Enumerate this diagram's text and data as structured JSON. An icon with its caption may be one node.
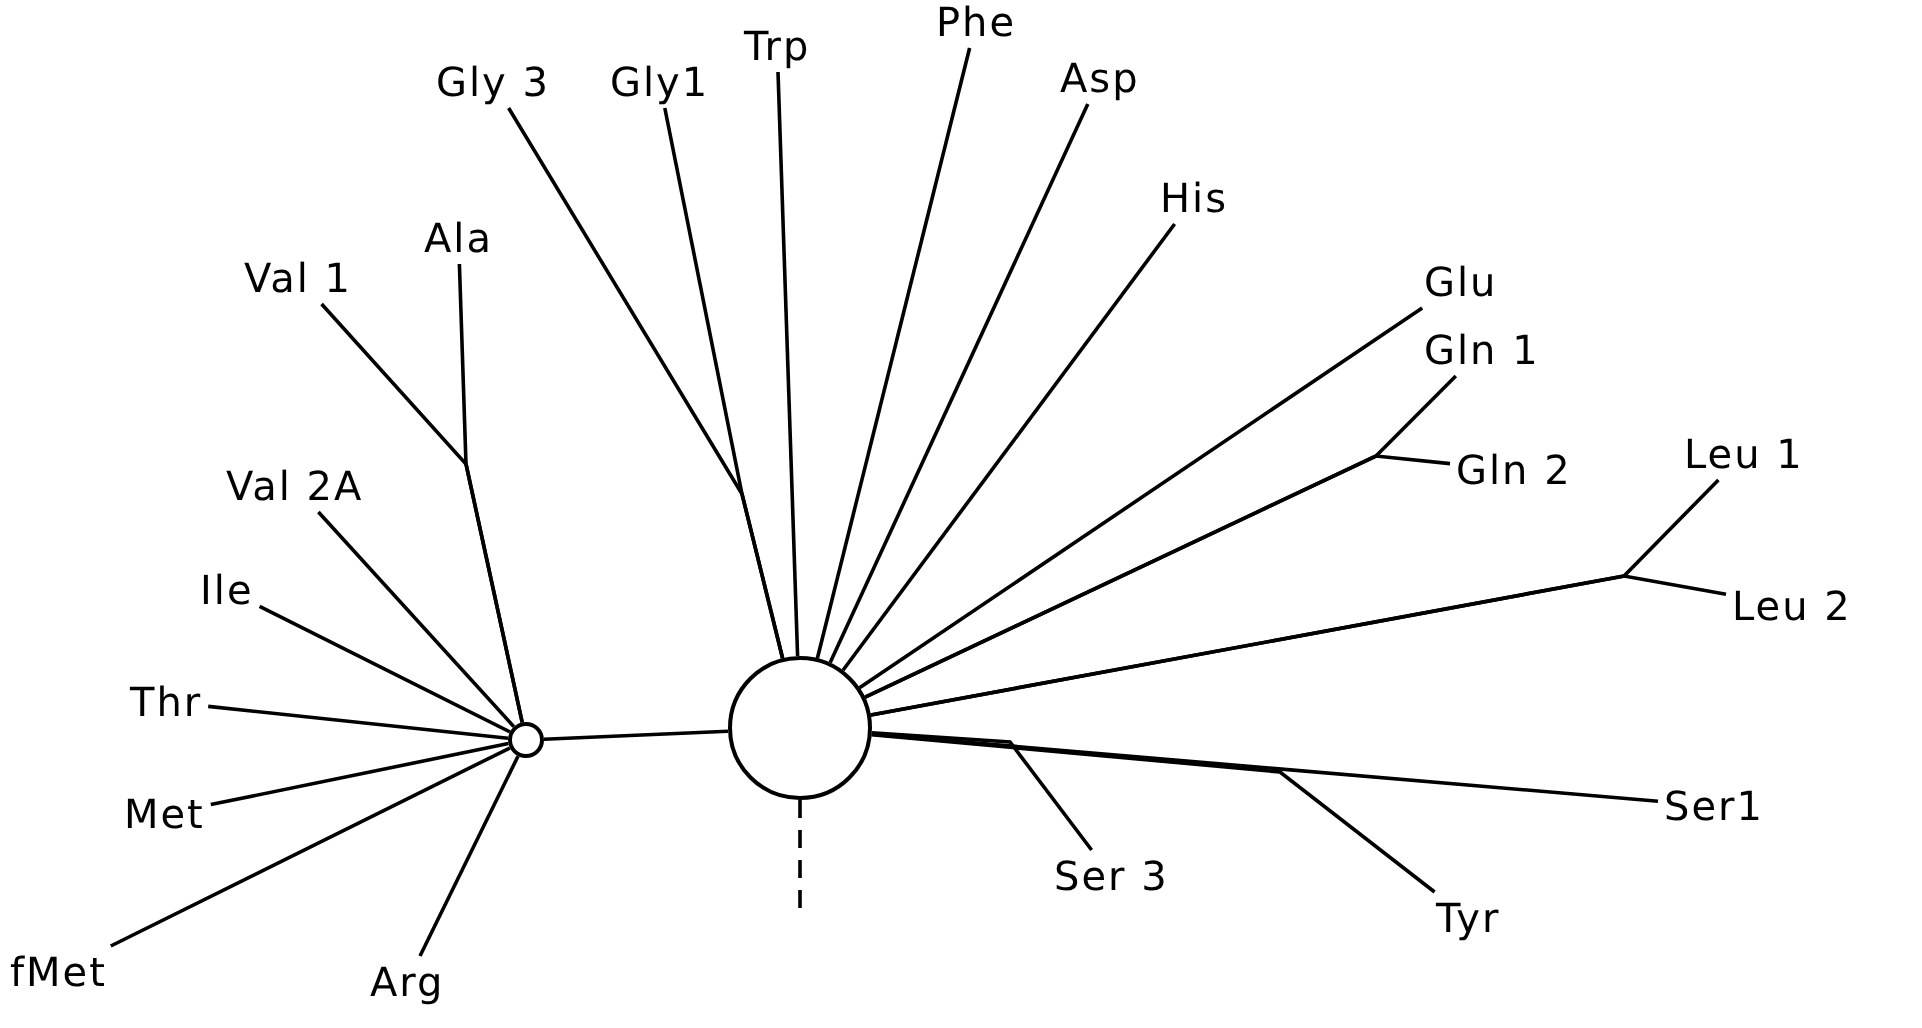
{
  "diagram": {
    "nodes": [
      {
        "text": [
          "Gly 3"
        ]
      },
      {
        "text": [
          "Gly1"
        ]
      },
      {
        "text": [
          "Trp"
        ]
      },
      {
        "text": [
          "Phe"
        ]
      },
      {
        "text": [
          "Asp"
        ]
      },
      {
        "text": [
          "His"
        ]
      },
      {
        "text": [
          "Val 1"
        ]
      },
      {
        "text": [
          "Ala"
        ]
      },
      {
        "text": [
          "Glu"
        ]
      },
      {
        "text": [
          "Gln 1"
        ]
      },
      {
        "text": [
          "Val 2A"
        ]
      },
      {
        "text": [
          "Gln 2"
        ]
      },
      {
        "text": [
          "Leu 1"
        ]
      },
      {
        "text": [
          "Ile"
        ]
      },
      {
        "text": [
          "Leu 2"
        ]
      },
      {
        "text": [
          "Thr"
        ]
      },
      {
        "text": [],
        "shape": "circle"
      },
      {
        "text": [],
        "shape": "circle"
      },
      {
        "text": [
          "Ser1"
        ]
      },
      {
        "text": [
          "Met"
        ]
      },
      {
        "text": [
          "Ser 3"
        ]
      },
      {
        "text": [
          "Tyr"
        ]
      },
      {
        "text": [
          "fMet"
        ]
      },
      {
        "text": [
          "Arg"
        ]
      }
    ],
    "edges": [
      {
        "from": 17,
        "to": 16,
        "arrow": "none"
      },
      {
        "from": 16,
        "to": 6,
        "arrow": "none"
      },
      {
        "from": 16,
        "to": 7,
        "arrow": "none"
      },
      {
        "from": 16,
        "to": 10,
        "arrow": "none"
      },
      {
        "from": 16,
        "to": 13,
        "arrow": "none"
      },
      {
        "from": 16,
        "to": 15,
        "arrow": "none"
      },
      {
        "from": 16,
        "to": 19,
        "arrow": "none"
      },
      {
        "from": 16,
        "to": 22,
        "arrow": "none"
      },
      {
        "from": 16,
        "to": 23,
        "arrow": "none"
      },
      {
        "from": 17,
        "to": 0,
        "arrow": "none"
      },
      {
        "from": 17,
        "to": 1,
        "arrow": "none"
      },
      {
        "from": 17,
        "to": 2,
        "arrow": "none"
      },
      {
        "from": 17,
        "to": 3,
        "arrow": "none"
      },
      {
        "from": 17,
        "to": 4,
        "arrow": "none"
      },
      {
        "from": 17,
        "to": 5,
        "arrow": "none"
      },
      {
        "from": 17,
        "to": 8,
        "arrow": "none"
      },
      {
        "from": 17,
        "to": 9,
        "arrow": "none"
      },
      {
        "from": 17,
        "to": 11,
        "arrow": "none"
      },
      {
        "from": 17,
        "to": 12,
        "arrow": "none"
      },
      {
        "from": 17,
        "to": 14,
        "arrow": "none"
      },
      {
        "from": 17,
        "to": 18,
        "arrow": "none"
      },
      {
        "from": 17,
        "to": 20,
        "arrow": "none"
      },
      {
        "from": 17,
        "to": 21,
        "arrow": "none"
      },
      {
        "from": 17,
        "to": null,
        "arrow": "none",
        "style": "dashed"
      }
    ]
  }
}
